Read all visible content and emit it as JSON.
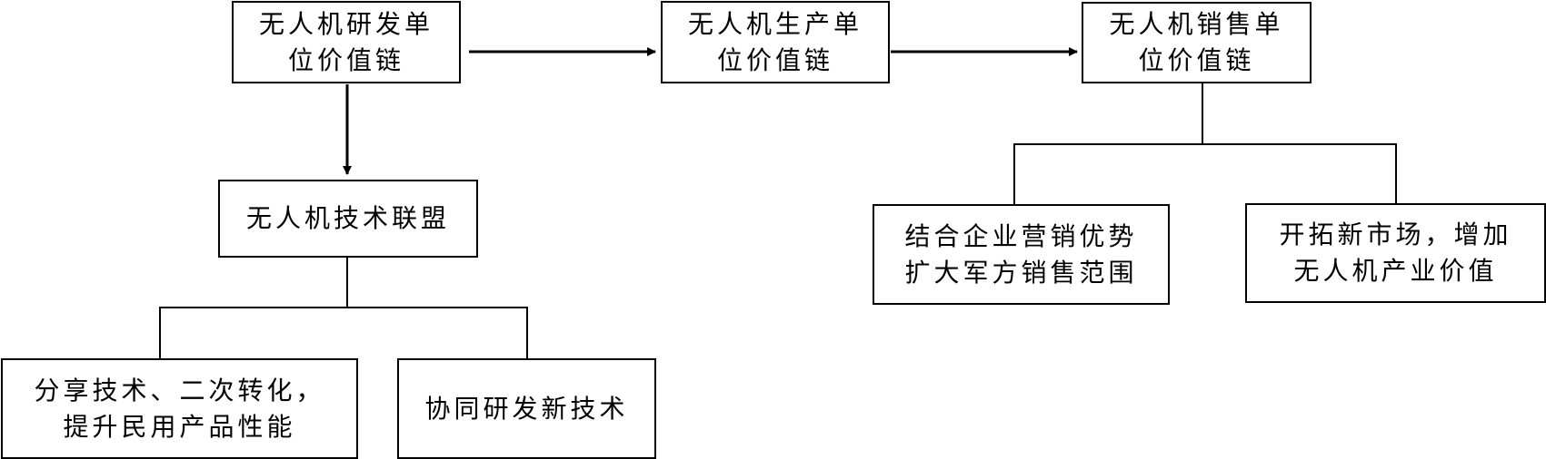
{
  "nodes": {
    "rd": "无人机研发单\n位价值链",
    "prod": "无人机生产单\n位价值链",
    "sales": "无人机销售单\n位价值链",
    "alliance": "无人机技术联盟",
    "share": "分享技术、二次转化，\n提升民用产品性能",
    "cor": "协同研发新技术",
    "combine": "结合企业营销优势\n扩大军方销售范围",
    "expand": "开拓新市场，增加\n无人机产业价值"
  },
  "colors": {
    "stroke": "#000000",
    "background": "#ffffff"
  }
}
